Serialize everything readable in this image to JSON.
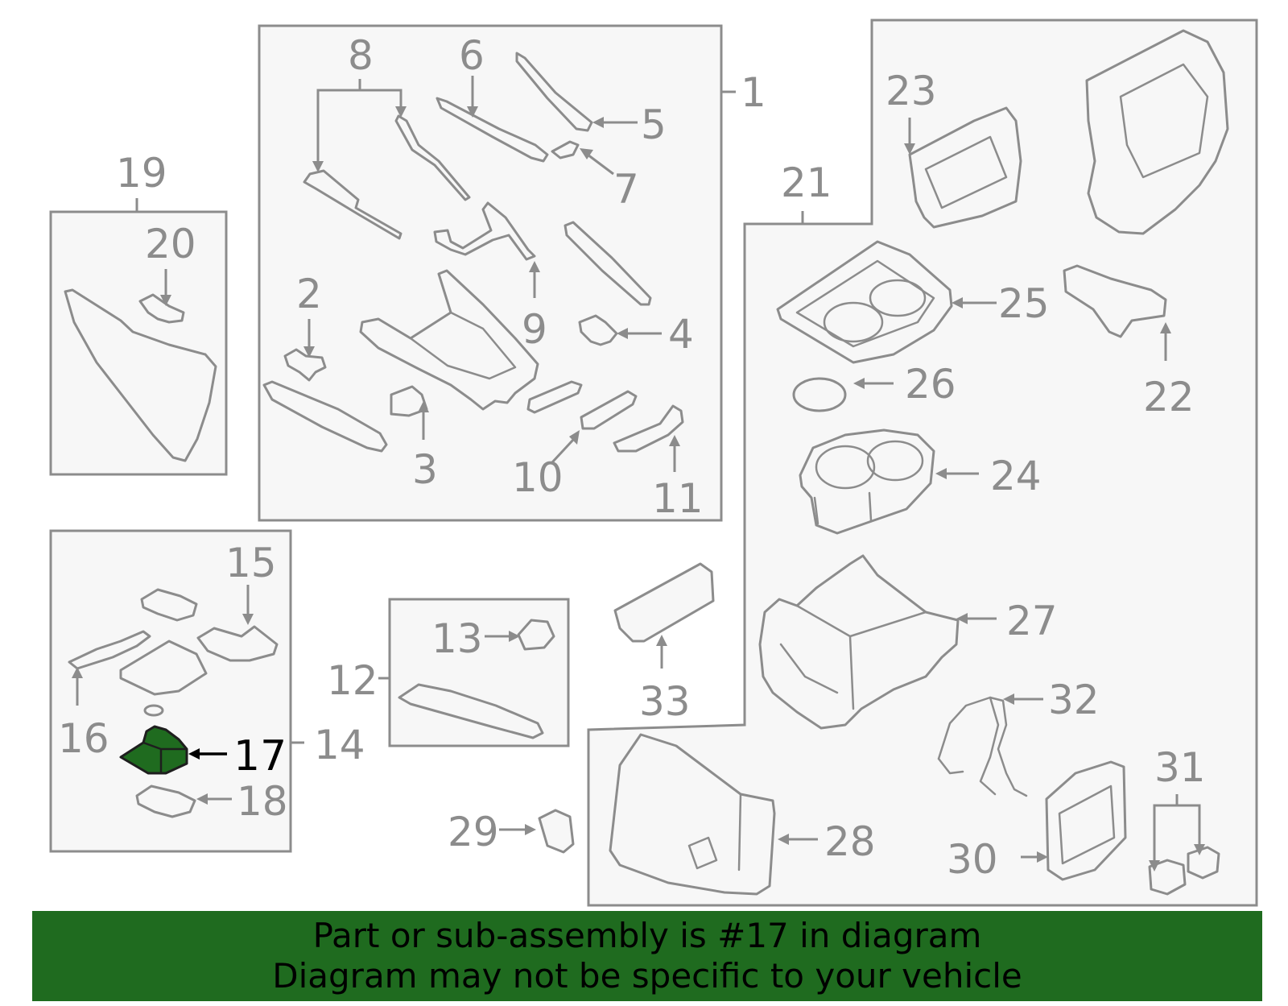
{
  "colors": {
    "outline": "#8c8c8c",
    "panel_fill": "#f7f7f7",
    "highlight_part": "#1f6b1f",
    "banner_bg": "#1f6b1f",
    "banner_text": "#000000"
  },
  "callouts": {
    "c1": "1",
    "c2": "2",
    "c3": "3",
    "c4": "4",
    "c5": "5",
    "c6": "6",
    "c7": "7",
    "c8": "8",
    "c9": "9",
    "c10": "10",
    "c11": "11",
    "c12": "12",
    "c13": "13",
    "c14": "14",
    "c15": "15",
    "c16": "16",
    "c17": "17",
    "c18": "18",
    "c19": "19",
    "c20": "20",
    "c21": "21",
    "c22": "22",
    "c23": "23",
    "c24": "24",
    "c25": "25",
    "c26": "26",
    "c27": "27",
    "c28": "28",
    "c29": "29",
    "c30": "30",
    "c31": "31",
    "c32": "32",
    "c33": "33"
  },
  "highlighted_part": "17",
  "banner": {
    "line1": "Part or sub-assembly is #17 in diagram",
    "line2": "Diagram may not be specific to your vehicle"
  }
}
